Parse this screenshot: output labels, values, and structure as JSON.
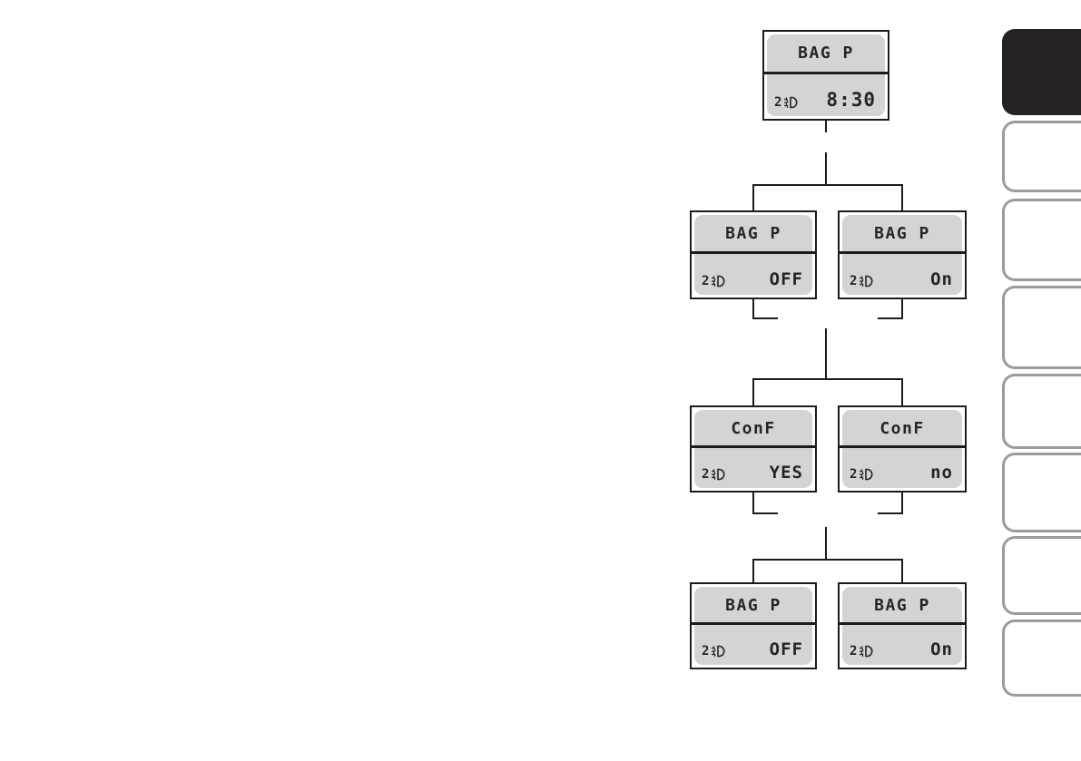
{
  "document": {
    "kind": "owner-manual-flowchart-page"
  },
  "flowchart": {
    "icon_prefix": "2",
    "icon_name": "panel-light-icon",
    "colors": {
      "lcd_fill": "#d4d4d4",
      "line": "#1c1c1c",
      "tab_active": "#262223",
      "tab_border": "#9b9b9b"
    },
    "screens": [
      {
        "title": "BAG P",
        "value": "8:30"
      },
      {
        "title": "BAG P",
        "value": "OFF"
      },
      {
        "title": "BAG P",
        "value": "On"
      },
      {
        "title": "ConF",
        "value": "YES"
      },
      {
        "title": "ConF",
        "value": "no"
      },
      {
        "title": "BAG P",
        "value": "OFF"
      },
      {
        "title": "BAG P",
        "value": "On"
      }
    ]
  },
  "sidebar_tabs": {
    "active_index": 0,
    "tabs": [
      {
        "name": "section-tab-1",
        "active": true
      },
      {
        "name": "section-tab-2",
        "active": false
      },
      {
        "name": "section-tab-3",
        "active": false
      },
      {
        "name": "section-tab-4",
        "active": false
      },
      {
        "name": "section-tab-5",
        "active": false
      },
      {
        "name": "section-tab-6",
        "active": false
      },
      {
        "name": "section-tab-7",
        "active": false
      },
      {
        "name": "section-tab-8",
        "active": false
      }
    ]
  }
}
